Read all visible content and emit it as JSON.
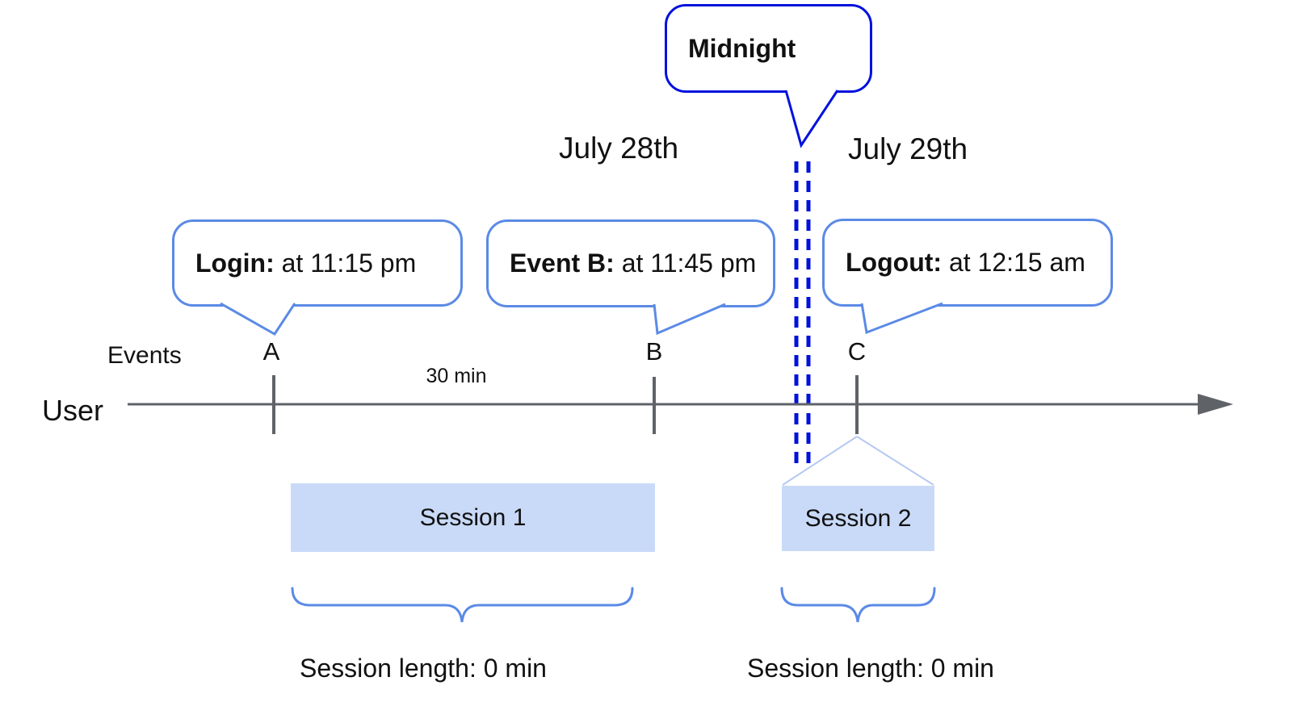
{
  "dates": {
    "left": "July 28th",
    "right": "July 29th"
  },
  "midnight_callout": {
    "label": "Midnight"
  },
  "callouts": [
    {
      "title": "Login:",
      "detail": " at 11:15 pm"
    },
    {
      "title": "Event B:",
      "detail": " at 11:45 pm"
    },
    {
      "title": "Logout:",
      "detail": " at 12:15 am"
    }
  ],
  "timeline": {
    "events_label": "Events",
    "user_label": "User",
    "interval_label": "30 min",
    "markers": [
      "A",
      "B",
      "C"
    ]
  },
  "sessions": [
    {
      "label": "Session 1",
      "length_label": "Session length: 0 min"
    },
    {
      "label": "Session 2",
      "length_label": "Session length: 0 min"
    }
  ],
  "colors": {
    "midnight_blue": "#0011dd",
    "callout_border_blue": "#5b8ae6",
    "session_fill_blue": "#c9daf8",
    "projection_light_blue": "#b5c9f2",
    "timeline_gray": "#5f6368",
    "text_black": "#111111"
  }
}
